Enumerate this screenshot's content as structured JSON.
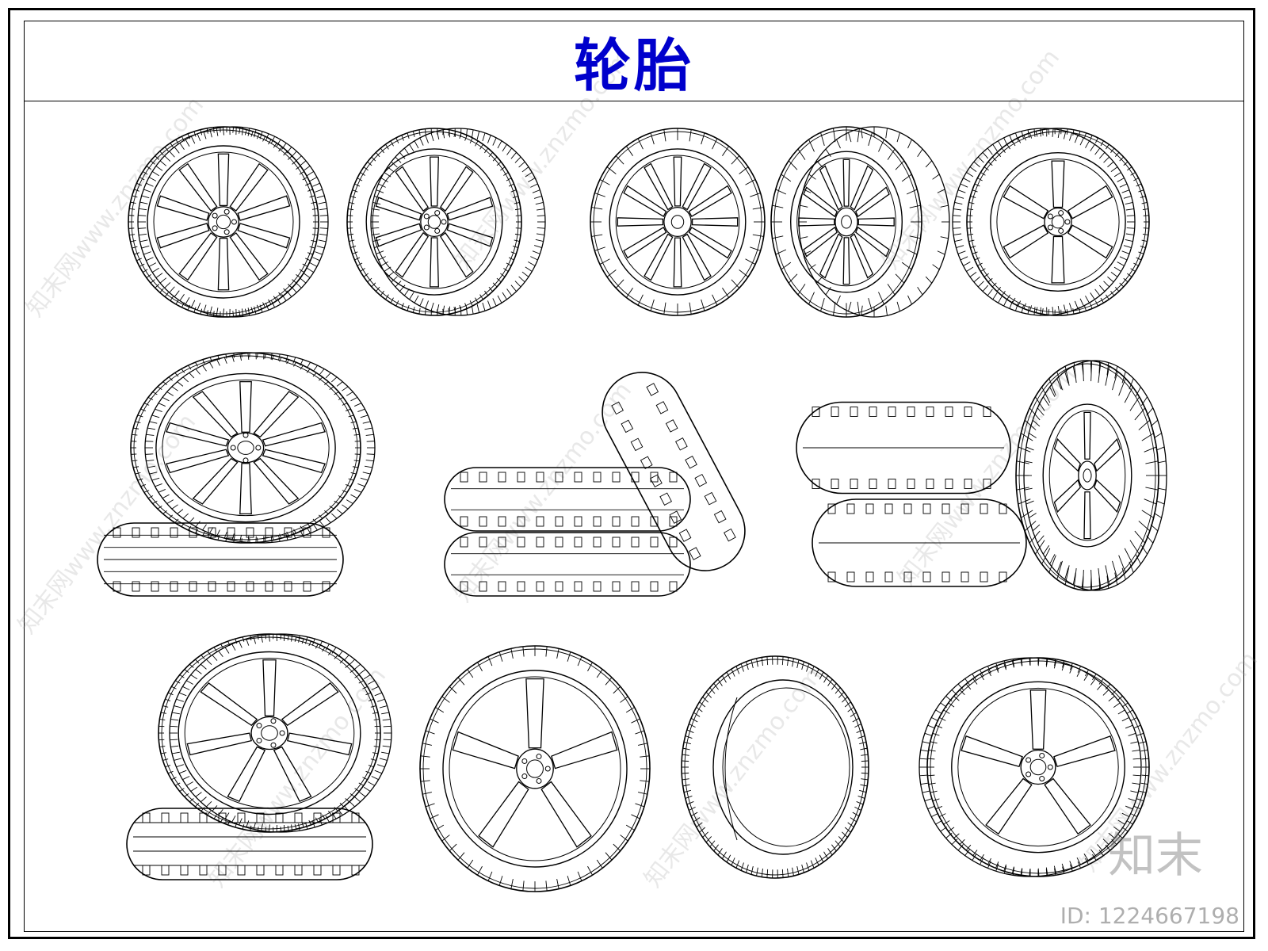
{
  "title": "轮胎",
  "title_color": "#0000cc",
  "brand_mark": "知末",
  "id_label": "ID: 1224667198",
  "watermark_text": "知末网www.znzmo.com",
  "drawings": [
    {
      "name": "tire-split-spoke-disc-brake",
      "icon": "wheel-icon"
    },
    {
      "name": "tire-multi-spoke-caliper",
      "icon": "wheel-icon"
    },
    {
      "name": "tire-twin-spoke-chunky-tread",
      "icon": "wheel-icon"
    },
    {
      "name": "tire-twin-spoke-offroad-tread",
      "icon": "wheel-icon"
    },
    {
      "name": "tire-six-spoke-side-view",
      "icon": "wheel-icon"
    },
    {
      "name": "tire-on-tire-stack-y-spoke",
      "icon": "wheel-icon"
    },
    {
      "name": "tire-stack-block-tread",
      "icon": "tire-icon"
    },
    {
      "name": "tire-stack-directional-tread",
      "icon": "tire-icon"
    },
    {
      "name": "tire-seven-spoke-over-flat-tire",
      "icon": "wheel-icon"
    },
    {
      "name": "tire-five-spoke-star-emblem",
      "icon": "wheel-icon"
    },
    {
      "name": "tire-bare-no-rim",
      "icon": "tire-icon"
    },
    {
      "name": "tire-five-spoke-sport",
      "icon": "wheel-icon"
    }
  ]
}
